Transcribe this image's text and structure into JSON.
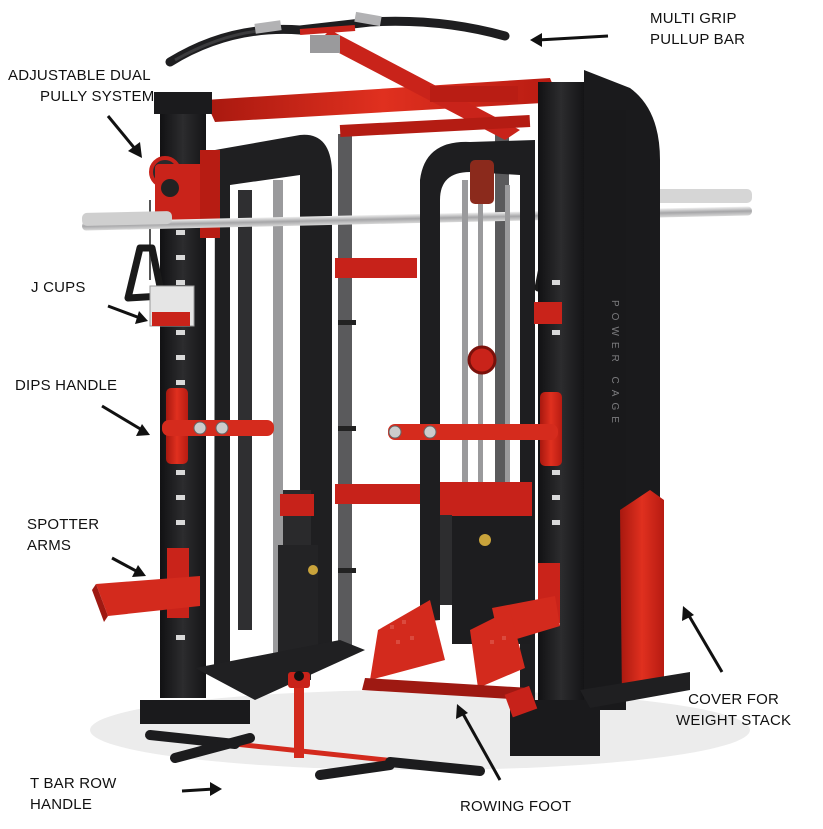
{
  "labels": {
    "multi_grip": {
      "line1": "MULTI GRIP",
      "line2": "PULLUP BAR"
    },
    "dual_pulley": {
      "line1": "ADJUSTABLE DUAL",
      "line2": "PULLY SYSTEM"
    },
    "j_cups": {
      "line1": "J CUPS"
    },
    "dips_handle": {
      "line1": "DIPS HANDLE"
    },
    "spotter_arms": {
      "line1": "SPOTTER",
      "line2": "ARMS"
    },
    "cover": {
      "line1": "COVER FOR",
      "line2": "WEIGHT STACK"
    },
    "rowing_foot": {
      "line1": "ROWING FOOT"
    },
    "t_bar": {
      "line1": "T BAR ROW",
      "line2": "HANDLE"
    }
  },
  "side_text": "POWER CAGE",
  "colors": {
    "frame": "#1c1c1e",
    "frame_edge": "#3a3a3c",
    "accent": "#d4251c",
    "accent_dark": "#9e1912",
    "steel": "#b8b8ba",
    "floor_shadow": "#e7e7e7"
  }
}
